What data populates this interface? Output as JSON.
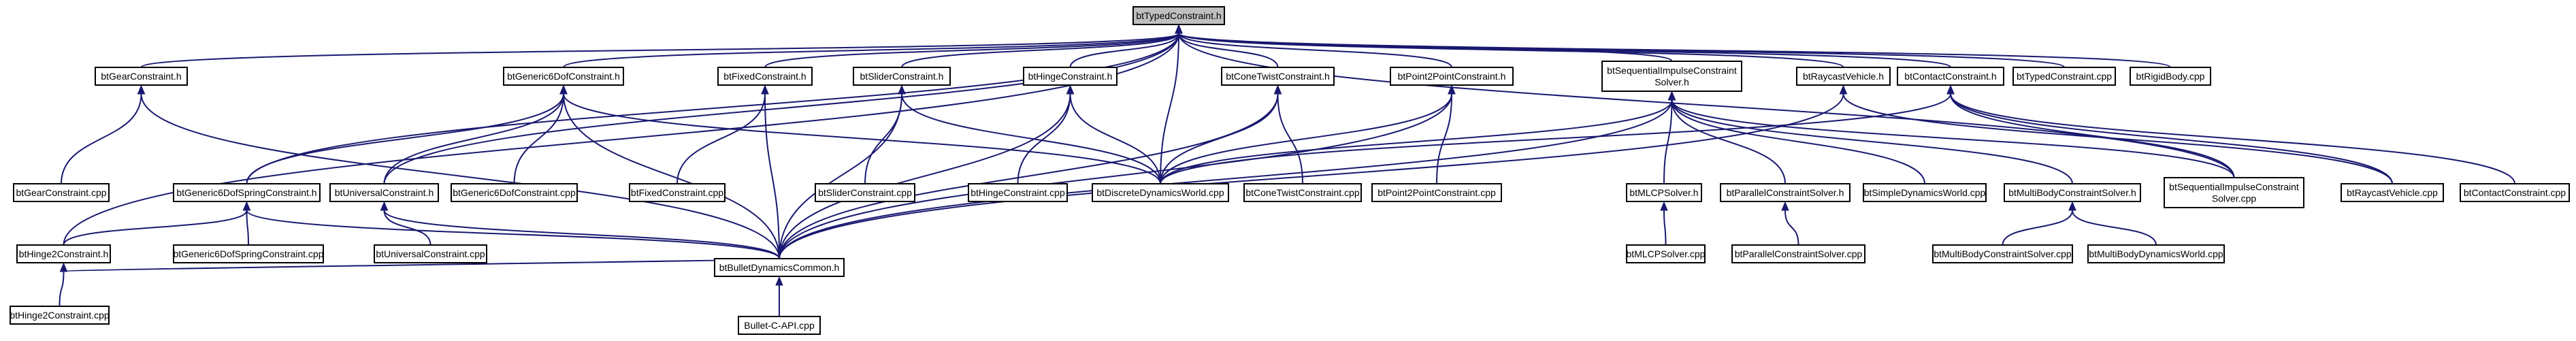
{
  "graph": {
    "nodes": [
      {
        "id": "btTypedConstraint_h",
        "lines": [
          "btTypedConstraint.h"
        ],
        "root": true
      },
      {
        "id": "btGearConstraint_h",
        "lines": [
          "btGearConstraint.h"
        ]
      },
      {
        "id": "btGeneric6DofConstraint_h",
        "lines": [
          "btGeneric6DofConstraint.h"
        ]
      },
      {
        "id": "btFixedConstraint_h",
        "lines": [
          "btFixedConstraint.h"
        ]
      },
      {
        "id": "btSliderConstraint_h",
        "lines": [
          "btSliderConstraint.h"
        ]
      },
      {
        "id": "btHingeConstraint_h",
        "lines": [
          "btHingeConstraint.h"
        ]
      },
      {
        "id": "btConeTwistConstraint_h",
        "lines": [
          "btConeTwistConstraint.h"
        ]
      },
      {
        "id": "btPoint2PointConstraint_h",
        "lines": [
          "btPoint2PointConstraint.h"
        ]
      },
      {
        "id": "btSequentialImpulseConstraintSolver_h",
        "lines": [
          "btSequentialImpulseConstraint",
          "Solver.h"
        ]
      },
      {
        "id": "btRaycastVehicle_h",
        "lines": [
          "btRaycastVehicle.h"
        ]
      },
      {
        "id": "btContactConstraint_h",
        "lines": [
          "btContactConstraint.h"
        ]
      },
      {
        "id": "btTypedConstraint_cpp",
        "lines": [
          "btTypedConstraint.cpp"
        ]
      },
      {
        "id": "btRigidBody_cpp",
        "lines": [
          "btRigidBody.cpp"
        ]
      },
      {
        "id": "btGearConstraint_cpp",
        "lines": [
          "btGearConstraint.cpp"
        ]
      },
      {
        "id": "btGeneric6DofSpringConstraint_h",
        "lines": [
          "btGeneric6DofSpringConstraint.h"
        ]
      },
      {
        "id": "btUniversalConstraint_h",
        "lines": [
          "btUniversalConstraint.h"
        ]
      },
      {
        "id": "btGeneric6DofConstraint_cpp",
        "lines": [
          "btGeneric6DofConstraint.cpp"
        ]
      },
      {
        "id": "btFixedConstraint_cpp",
        "lines": [
          "btFixedConstraint.cpp"
        ]
      },
      {
        "id": "btSliderConstraint_cpp",
        "lines": [
          "btSliderConstraint.cpp"
        ]
      },
      {
        "id": "btHingeConstraint_cpp",
        "lines": [
          "btHingeConstraint.cpp"
        ]
      },
      {
        "id": "btDiscreteDynamicsWorld_cpp",
        "lines": [
          "btDiscreteDynamicsWorld.cpp"
        ]
      },
      {
        "id": "btConeTwistConstraint_cpp",
        "lines": [
          "btConeTwistConstraint.cpp"
        ]
      },
      {
        "id": "btPoint2PointConstraint_cpp",
        "lines": [
          "btPoint2PointConstraint.cpp"
        ]
      },
      {
        "id": "btMLCPSolver_h",
        "lines": [
          "btMLCPSolver.h"
        ]
      },
      {
        "id": "btParallelConstraintSolver_h",
        "lines": [
          "btParallelConstraintSolver.h"
        ]
      },
      {
        "id": "btSimpleDynamicsWorld_cpp",
        "lines": [
          "btSimpleDynamicsWorld.cpp"
        ]
      },
      {
        "id": "btMultiBodyConstraintSolver_h",
        "lines": [
          "btMultiBodyConstraintSolver.h"
        ]
      },
      {
        "id": "btSequentialImpulseConstraintSolver_cpp",
        "lines": [
          "btSequentialImpulseConstraint",
          "Solver.cpp"
        ]
      },
      {
        "id": "btRaycastVehicle_cpp",
        "lines": [
          "btRaycastVehicle.cpp"
        ]
      },
      {
        "id": "btContactConstraint_cpp",
        "lines": [
          "btContactConstraint.cpp"
        ]
      },
      {
        "id": "btHinge2Constraint_h",
        "lines": [
          "btHinge2Constraint.h"
        ]
      },
      {
        "id": "btGeneric6DofSpringConstraint_cpp",
        "lines": [
          "btGeneric6DofSpringConstraint.cpp"
        ]
      },
      {
        "id": "btUniversalConstraint_cpp",
        "lines": [
          "btUniversalConstraint.cpp"
        ]
      },
      {
        "id": "btMLCPSolver_cpp",
        "lines": [
          "btMLCPSolver.cpp"
        ]
      },
      {
        "id": "btParallelConstraintSolver_cpp",
        "lines": [
          "btParallelConstraintSolver.cpp"
        ]
      },
      {
        "id": "btMultiBodyConstraintSolver_cpp",
        "lines": [
          "btMultiBodyConstraintSolver.cpp"
        ]
      },
      {
        "id": "btMultiBodyDynamicsWorld_cpp",
        "lines": [
          "btMultiBodyDynamicsWorld.cpp"
        ]
      },
      {
        "id": "btHinge2Constraint_cpp",
        "lines": [
          "btHinge2Constraint.cpp"
        ]
      },
      {
        "id": "btBulletDynamicsCommon_h",
        "lines": [
          "btBulletDynamicsCommon.h"
        ]
      },
      {
        "id": "Bullet_C_API_cpp",
        "lines": [
          "Bullet-C-API.cpp"
        ]
      }
    ],
    "edges": [
      [
        "btTypedConstraint_h",
        "btGearConstraint_h"
      ],
      [
        "btTypedConstraint_h",
        "btGeneric6DofConstraint_h"
      ],
      [
        "btTypedConstraint_h",
        "btFixedConstraint_h"
      ],
      [
        "btTypedConstraint_h",
        "btSliderConstraint_h"
      ],
      [
        "btTypedConstraint_h",
        "btHingeConstraint_h"
      ],
      [
        "btTypedConstraint_h",
        "btConeTwistConstraint_h"
      ],
      [
        "btTypedConstraint_h",
        "btPoint2PointConstraint_h"
      ],
      [
        "btTypedConstraint_h",
        "btSequentialImpulseConstraintSolver_h"
      ],
      [
        "btTypedConstraint_h",
        "btRaycastVehicle_h"
      ],
      [
        "btTypedConstraint_h",
        "btContactConstraint_h"
      ],
      [
        "btTypedConstraint_h",
        "btTypedConstraint_cpp"
      ],
      [
        "btTypedConstraint_h",
        "btRigidBody_cpp"
      ],
      [
        "btTypedConstraint_h",
        "btDiscreteDynamicsWorld_cpp"
      ],
      [
        "btTypedConstraint_h",
        "btGeneric6DofSpringConstraint_h"
      ],
      [
        "btTypedConstraint_h",
        "btUniversalConstraint_h"
      ],
      [
        "btTypedConstraint_h",
        "btHinge2Constraint_h"
      ],
      [
        "btTypedConstraint_h",
        "btSequentialImpulseConstraintSolver_cpp"
      ],
      [
        "btGearConstraint_h",
        "btGearConstraint_cpp"
      ],
      [
        "btGearConstraint_h",
        "btBulletDynamicsCommon_h"
      ],
      [
        "btGeneric6DofConstraint_h",
        "btGeneric6DofSpringConstraint_h"
      ],
      [
        "btGeneric6DofConstraint_h",
        "btUniversalConstraint_h"
      ],
      [
        "btGeneric6DofConstraint_h",
        "btGeneric6DofConstraint_cpp"
      ],
      [
        "btGeneric6DofConstraint_h",
        "btDiscreteDynamicsWorld_cpp"
      ],
      [
        "btGeneric6DofConstraint_h",
        "btBulletDynamicsCommon_h"
      ],
      [
        "btFixedConstraint_h",
        "btFixedConstraint_cpp"
      ],
      [
        "btFixedConstraint_h",
        "btBulletDynamicsCommon_h"
      ],
      [
        "btSliderConstraint_h",
        "btSliderConstraint_cpp"
      ],
      [
        "btSliderConstraint_h",
        "btDiscreteDynamicsWorld_cpp"
      ],
      [
        "btSliderConstraint_h",
        "btBulletDynamicsCommon_h"
      ],
      [
        "btHingeConstraint_h",
        "btHingeConstraint_cpp"
      ],
      [
        "btHingeConstraint_h",
        "btDiscreteDynamicsWorld_cpp"
      ],
      [
        "btHingeConstraint_h",
        "btBulletDynamicsCommon_h"
      ],
      [
        "btConeTwistConstraint_h",
        "btConeTwistConstraint_cpp"
      ],
      [
        "btConeTwistConstraint_h",
        "btDiscreteDynamicsWorld_cpp"
      ],
      [
        "btConeTwistConstraint_h",
        "btBulletDynamicsCommon_h"
      ],
      [
        "btPoint2PointConstraint_h",
        "btPoint2PointConstraint_cpp"
      ],
      [
        "btPoint2PointConstraint_h",
        "btDiscreteDynamicsWorld_cpp"
      ],
      [
        "btPoint2PointConstraint_h",
        "btBulletDynamicsCommon_h"
      ],
      [
        "btSequentialImpulseConstraintSolver_h",
        "btMLCPSolver_h"
      ],
      [
        "btSequentialImpulseConstraintSolver_h",
        "btParallelConstraintSolver_h"
      ],
      [
        "btSequentialImpulseConstraintSolver_h",
        "btSimpleDynamicsWorld_cpp"
      ],
      [
        "btSequentialImpulseConstraintSolver_h",
        "btMultiBodyConstraintSolver_h"
      ],
      [
        "btSequentialImpulseConstraintSolver_h",
        "btSequentialImpulseConstraintSolver_cpp"
      ],
      [
        "btSequentialImpulseConstraintSolver_h",
        "btDiscreteDynamicsWorld_cpp"
      ],
      [
        "btSequentialImpulseConstraintSolver_h",
        "btBulletDynamicsCommon_h"
      ],
      [
        "btRaycastVehicle_h",
        "btRaycastVehicle_cpp"
      ],
      [
        "btRaycastVehicle_h",
        "btBulletDynamicsCommon_h"
      ],
      [
        "btContactConstraint_h",
        "btContactConstraint_cpp"
      ],
      [
        "btContactConstraint_h",
        "btDiscreteDynamicsWorld_cpp"
      ],
      [
        "btContactConstraint_h",
        "btSequentialImpulseConstraintSolver_cpp"
      ],
      [
        "btContactConstraint_h",
        "btRaycastVehicle_cpp"
      ],
      [
        "btGeneric6DofSpringConstraint_h",
        "btHinge2Constraint_h"
      ],
      [
        "btGeneric6DofSpringConstraint_h",
        "btGeneric6DofSpringConstraint_cpp"
      ],
      [
        "btGeneric6DofSpringConstraint_h",
        "btBulletDynamicsCommon_h"
      ],
      [
        "btUniversalConstraint_h",
        "btUniversalConstraint_cpp"
      ],
      [
        "btUniversalConstraint_h",
        "btBulletDynamicsCommon_h"
      ],
      [
        "btHinge2Constraint_h",
        "btHinge2Constraint_cpp"
      ],
      [
        "btHinge2Constraint_h",
        "btBulletDynamicsCommon_h"
      ],
      [
        "btMLCPSolver_h",
        "btMLCPSolver_cpp"
      ],
      [
        "btParallelConstraintSolver_h",
        "btParallelConstraintSolver_cpp"
      ],
      [
        "btMultiBodyConstraintSolver_h",
        "btMultiBodyConstraintSolver_cpp"
      ],
      [
        "btMultiBodyConstraintSolver_h",
        "btMultiBodyDynamicsWorld_cpp"
      ],
      [
        "btBulletDynamicsCommon_h",
        "Bullet_C_API_cpp"
      ]
    ]
  }
}
